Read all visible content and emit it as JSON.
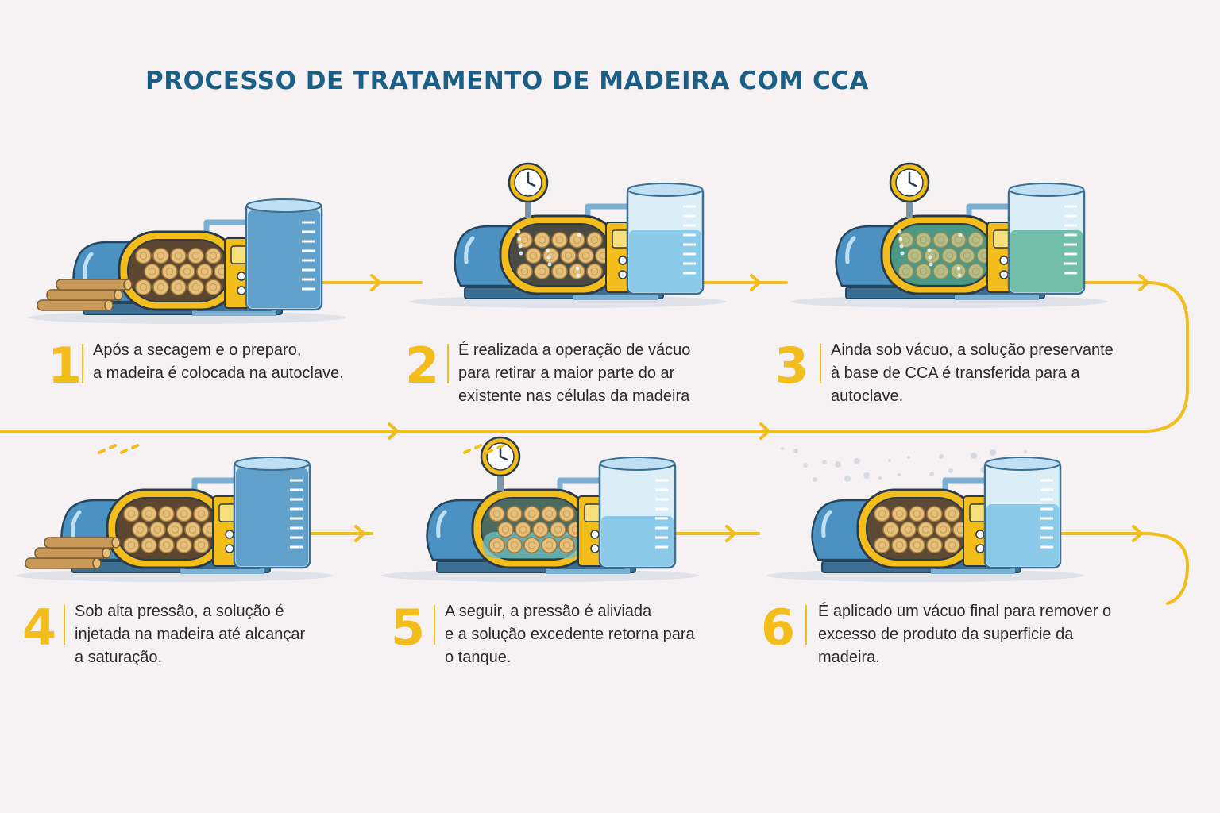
{
  "title": "PROCESSO DE TRATAMENTO DE MADEIRA COM CCA",
  "colors": {
    "title": "#1c5f86",
    "accent": "#f3bd1c",
    "tank_blue": "#4b92c2",
    "solution_blue": "#7ec3e6",
    "solution_green": "#5fb59a",
    "wood": "#e6c07a",
    "background": "#f6f2f3"
  },
  "steps": [
    {
      "number": "1",
      "text": "Após a secagem e o preparo,\na madeira é colocada na autoclave.",
      "illustration": {
        "icon": "autoclave-open-door-icon",
        "gauge": false,
        "solution": "none",
        "door_open": true,
        "logs_outside": true
      }
    },
    {
      "number": "2",
      "text": "É realizada a operação de vácuo\npara retirar a maior parte do ar\nexistente nas células da madeira",
      "illustration": {
        "icon": "autoclave-vacuum-icon",
        "gauge": true,
        "solution": "air-bubbles",
        "door_open": false,
        "logs_outside": false
      }
    },
    {
      "number": "3",
      "text": "Ainda sob vácuo, a solução preservante\nà base de CCA é transferida para a\nautoclave.",
      "illustration": {
        "icon": "autoclave-filling-icon",
        "gauge": true,
        "solution": "green",
        "door_open": false,
        "logs_outside": false
      }
    },
    {
      "number": "4",
      "text": "Sob alta pressão, a solução é\ninjetada na madeira até alcançar\na saturação.",
      "illustration": {
        "icon": "autoclave-pressure-icon",
        "gauge": false,
        "solution": "none",
        "door_open": true,
        "logs_outside": true
      }
    },
    {
      "number": "5",
      "text": "A seguir, a pressão é aliviada\ne a solução excedente retorna para\no tanque.",
      "illustration": {
        "icon": "autoclave-draining-icon",
        "gauge": true,
        "solution": "blue-low",
        "door_open": false,
        "logs_outside": false
      }
    },
    {
      "number": "6",
      "text": "É aplicado um vácuo final para remover o\nexcesso de produto da superficie da\nmadeira.",
      "illustration": {
        "icon": "autoclave-final-vacuum-icon",
        "gauge": false,
        "solution": "mist",
        "door_open": false,
        "logs_outside": false
      }
    }
  ]
}
